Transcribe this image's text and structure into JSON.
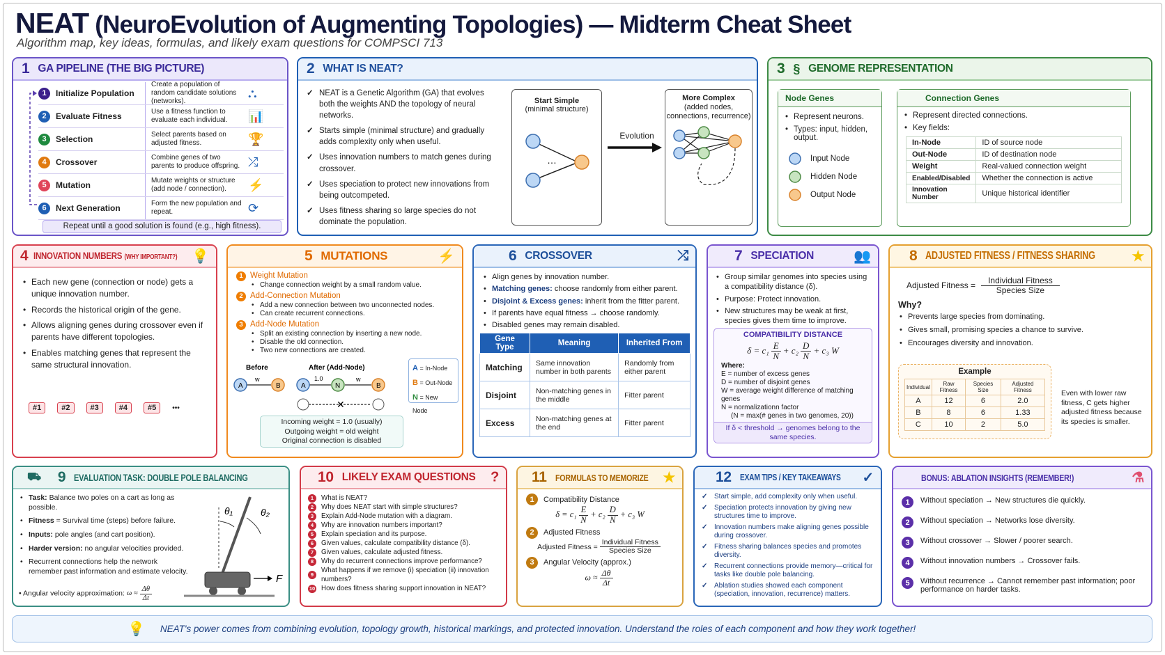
{
  "title": {
    "bold": "NEAT",
    "rest": " (NeuroEvolution of Augmenting Topologies) — Midterm Cheat Sheet",
    "subtitle": "Algorithm map, key ideas, formulas, and likely exam questions for COMPSCI 713"
  },
  "colors": {
    "p1": "#4b32a8",
    "p2": "#1f5fb4",
    "p3": "#2e7d32",
    "p4": "#d32f3f",
    "p5": "#ef7d00",
    "p6": "#1e5aa8",
    "p7": "#6a3fc0",
    "p8": "#d98200",
    "p9": "#2a7f74",
    "p10": "#c62838",
    "p11": "#b87400",
    "p12": "#1f5fb4",
    "bonus": "#6a3fc0"
  },
  "p1": {
    "num": "1",
    "title": "GA PIPELINE (THE BIG PICTURE)",
    "steps": [
      {
        "n": "1",
        "label": "Initialize Population",
        "desc": "Create a population of random candidate solutions (networks).",
        "icon": "network-icon",
        "glyph": "⛬",
        "color": "#3b1f8a"
      },
      {
        "n": "2",
        "label": "Evaluate Fitness",
        "desc": "Use a fitness function to evaluate each individual.",
        "icon": "bar-chart-icon",
        "glyph": "📊",
        "color": "#1f5fb4"
      },
      {
        "n": "3",
        "label": "Selection",
        "desc": "Select parents based on adjusted fitness.",
        "icon": "trophy-icon",
        "glyph": "🏆",
        "color": "#1e8a3e"
      },
      {
        "n": "4",
        "label": "Crossover",
        "desc": "Combine genes of two parents to produce offspring.",
        "icon": "shuffle-icon",
        "glyph": "⤮",
        "color": "#e07a10"
      },
      {
        "n": "5",
        "label": "Mutation",
        "desc": "Mutate weights or structure (add node / connection).",
        "icon": "lightning-icon",
        "glyph": "⚡",
        "color": "#e0445a"
      },
      {
        "n": "6",
        "label": "Next Generation",
        "desc": "Form the new population and repeat.",
        "icon": "cycle-icon",
        "glyph": "⟳",
        "color": "#1f5fb4"
      }
    ],
    "footer": "Repeat until a good solution is found (e.g., high fitness)."
  },
  "p2": {
    "num": "2",
    "title": "WHAT IS NEAT?",
    "bullets": [
      "NEAT is a Genetic Algorithm (GA) that evolves both the weights AND the topology of neural networks.",
      "Starts simple (minimal structure) and gradually adds complexity only when useful.",
      "Uses innovation numbers to match genes during crossover.",
      "Uses speciation to protect new innovations from being outcompeted.",
      "Uses fitness sharing so large species do not dominate the population."
    ],
    "simple_title": "Start Simple",
    "simple_sub": "(minimal structure)",
    "dots": "…",
    "evolution": "Evolution",
    "complex_title": "More Complex",
    "complex_sub": "(added nodes, connections, recurrence)"
  },
  "p3": {
    "num": "3",
    "title": "GENOME REPRESENTATION",
    "node_title": "Node Genes",
    "node_bullets": [
      "Represent neurons.",
      "Types: input, hidden, output."
    ],
    "legend": [
      "Input Node",
      "Hidden Node",
      "Output Node"
    ],
    "conn_title": "Connection Genes",
    "conn_bullets": [
      "Represent directed connections.",
      "Key fields:"
    ],
    "fields": [
      [
        "In-Node",
        "ID of source node"
      ],
      [
        "Out-Node",
        "ID of destination node"
      ],
      [
        "Weight",
        "Real-valued connection weight"
      ],
      [
        "Enabled/Disabled",
        "Whether the connection is active"
      ],
      [
        "Innovation Number",
        "Unique historical identifier"
      ]
    ]
  },
  "p4": {
    "num": "4",
    "title": "INNOVATION NUMBERS",
    "title_small": "(WHY IMPORTANT?)",
    "bullets": [
      "Each new gene (connection or node) gets a unique innovation number.",
      "Records the historical origin of the gene.",
      "Allows aligning genes during crossover even if parents have different topologies.",
      "Enables matching genes that represent the same structural innovation."
    ],
    "tags": [
      "#1",
      "#2",
      "#3",
      "#4",
      "#5"
    ],
    "more": "•••"
  },
  "p5": {
    "num": "5",
    "title": "MUTATIONS",
    "items": [
      {
        "n": "1",
        "title": "Weight Mutation",
        "bullets": [
          "Change connection weight by a small random value."
        ]
      },
      {
        "n": "2",
        "title": "Add-Connection Mutation",
        "bullets": [
          "Add a new connection between two unconnected nodes.",
          "Can create recurrent connections."
        ]
      },
      {
        "n": "3",
        "title": "Add-Node Mutation",
        "bullets": [
          "Split an existing connection by inserting a new node.",
          "Disable the old connection.",
          "Two new connections are created."
        ]
      }
    ],
    "before": "Before",
    "after": "After (Add-Node)",
    "w": "w",
    "one": "1.0",
    "A": "A",
    "B": "B",
    "N": "N",
    "legend": [
      {
        "k": "A",
        "v": "= In-Node",
        "c": "#1f5fb4"
      },
      {
        "k": "B",
        "v": "= Out-Node",
        "c": "#e07a10"
      },
      {
        "k": "N",
        "v": "= New Node",
        "c": "#2e8b3e"
      }
    ],
    "notes": [
      "Incoming weight = 1.0 (usually)",
      "Outgoing weight = old weight",
      "Original connection is disabled"
    ]
  },
  "p6": {
    "num": "6",
    "title": "CROSSOVER",
    "bullets": [
      {
        "b": "",
        "t": "Align genes by innovation number."
      },
      {
        "b": "Matching genes:",
        "t": " choose randomly from either parent."
      },
      {
        "b": "Disjoint & Excess genes:",
        "t": " inherit from the fitter parent."
      },
      {
        "b": "",
        "t": "If parents have equal fitness → choose randomly."
      },
      {
        "b": "",
        "t": "Disabled genes may remain disabled."
      }
    ],
    "headers": [
      "Gene Type",
      "Meaning",
      "Inherited From"
    ],
    "rows": [
      [
        "Matching",
        "Same innovation number in both parents",
        "Randomly from either parent"
      ],
      [
        "Disjoint",
        "Non-matching genes in the middle",
        "Fitter parent"
      ],
      [
        "Excess",
        "Non-matching genes at the end",
        "Fitter parent"
      ]
    ]
  },
  "p7": {
    "num": "7",
    "title": "SPECIATION",
    "bullets": [
      "Group similar genomes into species using a compatibility distance (δ).",
      "Purpose:  Protect innovation.",
      "New structures may be weak at first, species gives them time to improve."
    ],
    "box_title": "COMPATIBILITY DISTANCE",
    "where": "Where:",
    "defs": [
      "E = number of excess genes",
      "D = number of disjoint genes",
      "W = average weight difference of matching genes",
      "N = normalizationn factor",
      "(N = max(# genes in two genomes, 20))"
    ],
    "rule": "If δ < threshold → genomes belong to the same species."
  },
  "formula": {
    "delta": "δ =",
    "c1": "c₁",
    "E": "E",
    "N": "N",
    "c2": "+ c₂",
    "D": "D",
    "c3W": "+ c₃ W",
    "af": "Adjusted Fitness =",
    "ind": "Individual Fitness",
    "ss": "Species Size",
    "omega": "ω ≈",
    "dtheta": "Δθ",
    "dt": "Δt"
  },
  "p8": {
    "num": "8",
    "title": "ADJUSTED FITNESS / FITNESS SHARING",
    "why": "Why?",
    "bullets": [
      "Prevents large species from dominating.",
      "Gives small, promising species a chance to survive.",
      "Encourages diversity and innovation."
    ],
    "example": "Example",
    "headers": [
      "Individual",
      "Raw Fitness",
      "Species Size",
      "Adjusted Fitness"
    ],
    "rows": [
      [
        "A",
        "12",
        "6",
        "2.0"
      ],
      [
        "B",
        "8",
        "6",
        "1.33"
      ],
      [
        "C",
        "10",
        "2",
        "5.0"
      ]
    ],
    "note": "Even with lower raw fitness, C gets higher adjusted fitness because its species is smaller."
  },
  "p9": {
    "num": "9",
    "title": "EVALUATION TASK: DOUBLE POLE BALANCING",
    "bullets": [
      {
        "b": "Task:",
        "t": " Balance two poles on a cart as long as possible."
      },
      {
        "b": "Fitness",
        "t": " = Survival time (steps) before failure."
      },
      {
        "b": "Inputs:",
        "t": " pole angles (and cart position)."
      },
      {
        "b": "Harder version:",
        "t": " no angular velocities provided."
      },
      {
        "b": "",
        "t": "Recurrent connections help the network remember past information and estimate velocity."
      }
    ],
    "angular": "Angular velocity approximation:",
    "theta1": "θ₁",
    "theta2": "θ₂",
    "F": "F"
  },
  "p10": {
    "num": "10",
    "title": "LIKELY EXAM QUESTIONS",
    "questions": [
      "What is NEAT?",
      "Why does NEAT start with simple structures?",
      "Explain Add-Node mutation with a diagram.",
      "Why are innovation numbers important?",
      "Explain speciation and its purpose.",
      "Given values, calculate compatibility distance (δ).",
      "Given values, calculate adjusted fitness.",
      "Why do recurrent connections improve performance?",
      "What happens if we remove (i) speciation (ii) innovation numbers?",
      "How does fitness sharing support innovation in NEAT?"
    ]
  },
  "p11": {
    "num": "11",
    "title": "FORMULAS TO MEMORIZE",
    "items": [
      "Compatibility Distance",
      "Adjusted Fitness",
      "Angular Velocity (approx.)"
    ]
  },
  "p12": {
    "num": "12",
    "title": "EXAM TIPS / KEY TAKEAWAYS",
    "tips": [
      "Start simple, add complexity only when useful.",
      "Speciation protects innovation by giving new structures time to improve.",
      "Innovation numbers make aligning genes possible during crossover.",
      "Fitness sharing balances species and promotes diversity.",
      "Recurrent connections provide memory—critical for tasks like double pole balancing.",
      "Ablation studies showed each component (speciation, innovation, recurrence) matters."
    ]
  },
  "bonus": {
    "title": "BONUS:  ABLATION INSIGHTS (REMEMBER!)",
    "items": [
      "Without speciation → New structures die quickly.",
      "Without speciation → Networks lose diversity.",
      "Without crossover → Slower / poorer search.",
      "Without innovation numbers → Crossover fails.",
      "Without recurrence → Cannot remember past information; poor performance on harder tasks."
    ]
  },
  "footer": "NEAT's power comes from combining evolution, topology growth, historical markings, and protected innovation. Understand the roles of each component and how they work together!"
}
